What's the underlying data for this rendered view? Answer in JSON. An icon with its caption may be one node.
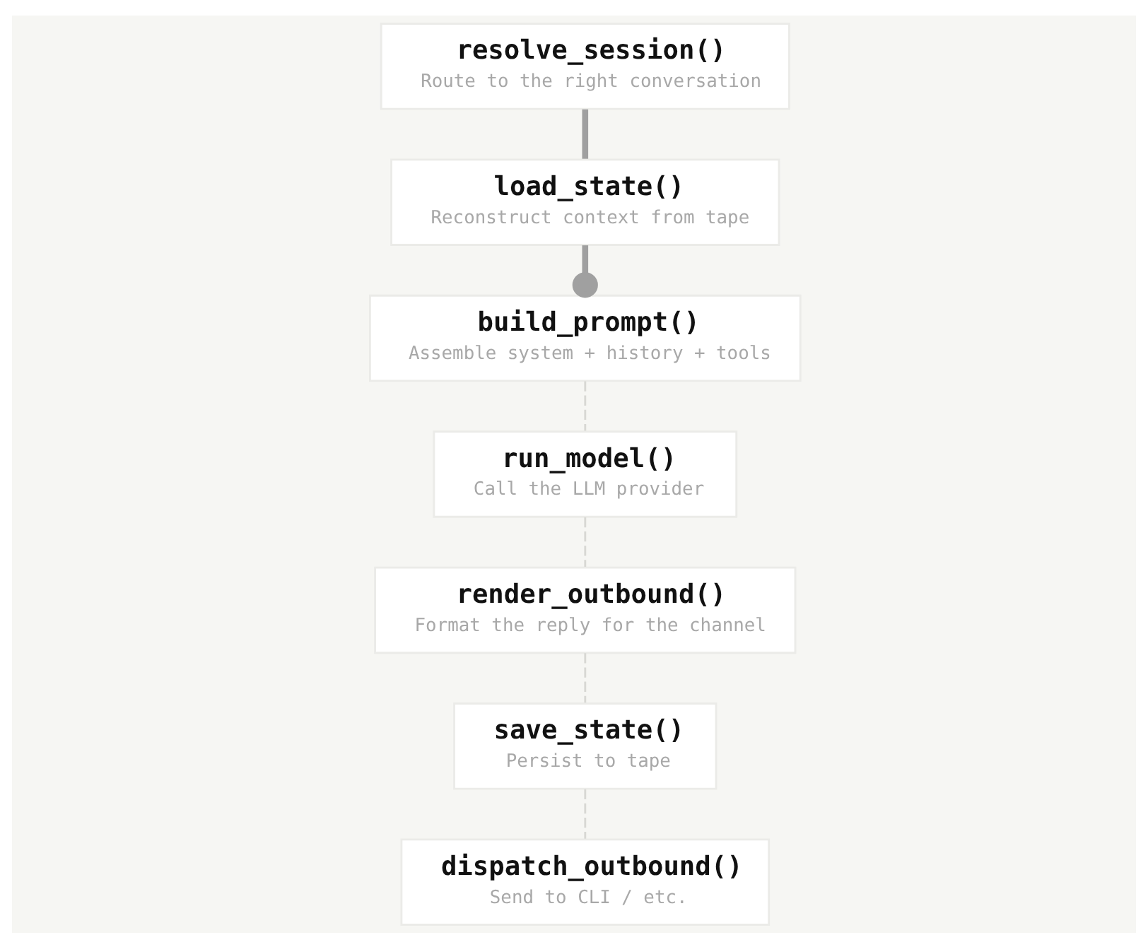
{
  "diagram": {
    "nodes": [
      {
        "text": [
          "resolve_session()",
          "Route to the right conversation"
        ]
      },
      {
        "text": [
          "load_state()",
          "Reconstruct context from tape"
        ]
      },
      {
        "text": [
          "build_prompt()",
          "Assemble system + history + tools"
        ]
      },
      {
        "text": [
          "run_model()",
          "Call the LLM provider"
        ]
      },
      {
        "text": [
          "render_outbound()",
          "Format the reply for the channel"
        ]
      },
      {
        "text": [
          "save_state()",
          "Persist to tape"
        ]
      },
      {
        "text": [
          "dispatch_outbound()",
          "Send to CLI / etc."
        ]
      }
    ],
    "edges": [
      {
        "from": 0,
        "to": 1,
        "arrow": "none",
        "style": "thick",
        "color": "#a0a0a0"
      },
      {
        "from": 1,
        "to": 2,
        "arrow": "other",
        "style": "thick",
        "color": "#a0a0a0"
      },
      {
        "from": 2,
        "to": 3,
        "arrow": "none",
        "style": "dashed"
      },
      {
        "from": 3,
        "to": 4,
        "arrow": "none",
        "style": "dashed"
      },
      {
        "from": 4,
        "to": 5,
        "arrow": "none",
        "style": "dashed"
      },
      {
        "from": 5,
        "to": 6,
        "arrow": "none",
        "style": "dashed"
      }
    ]
  }
}
